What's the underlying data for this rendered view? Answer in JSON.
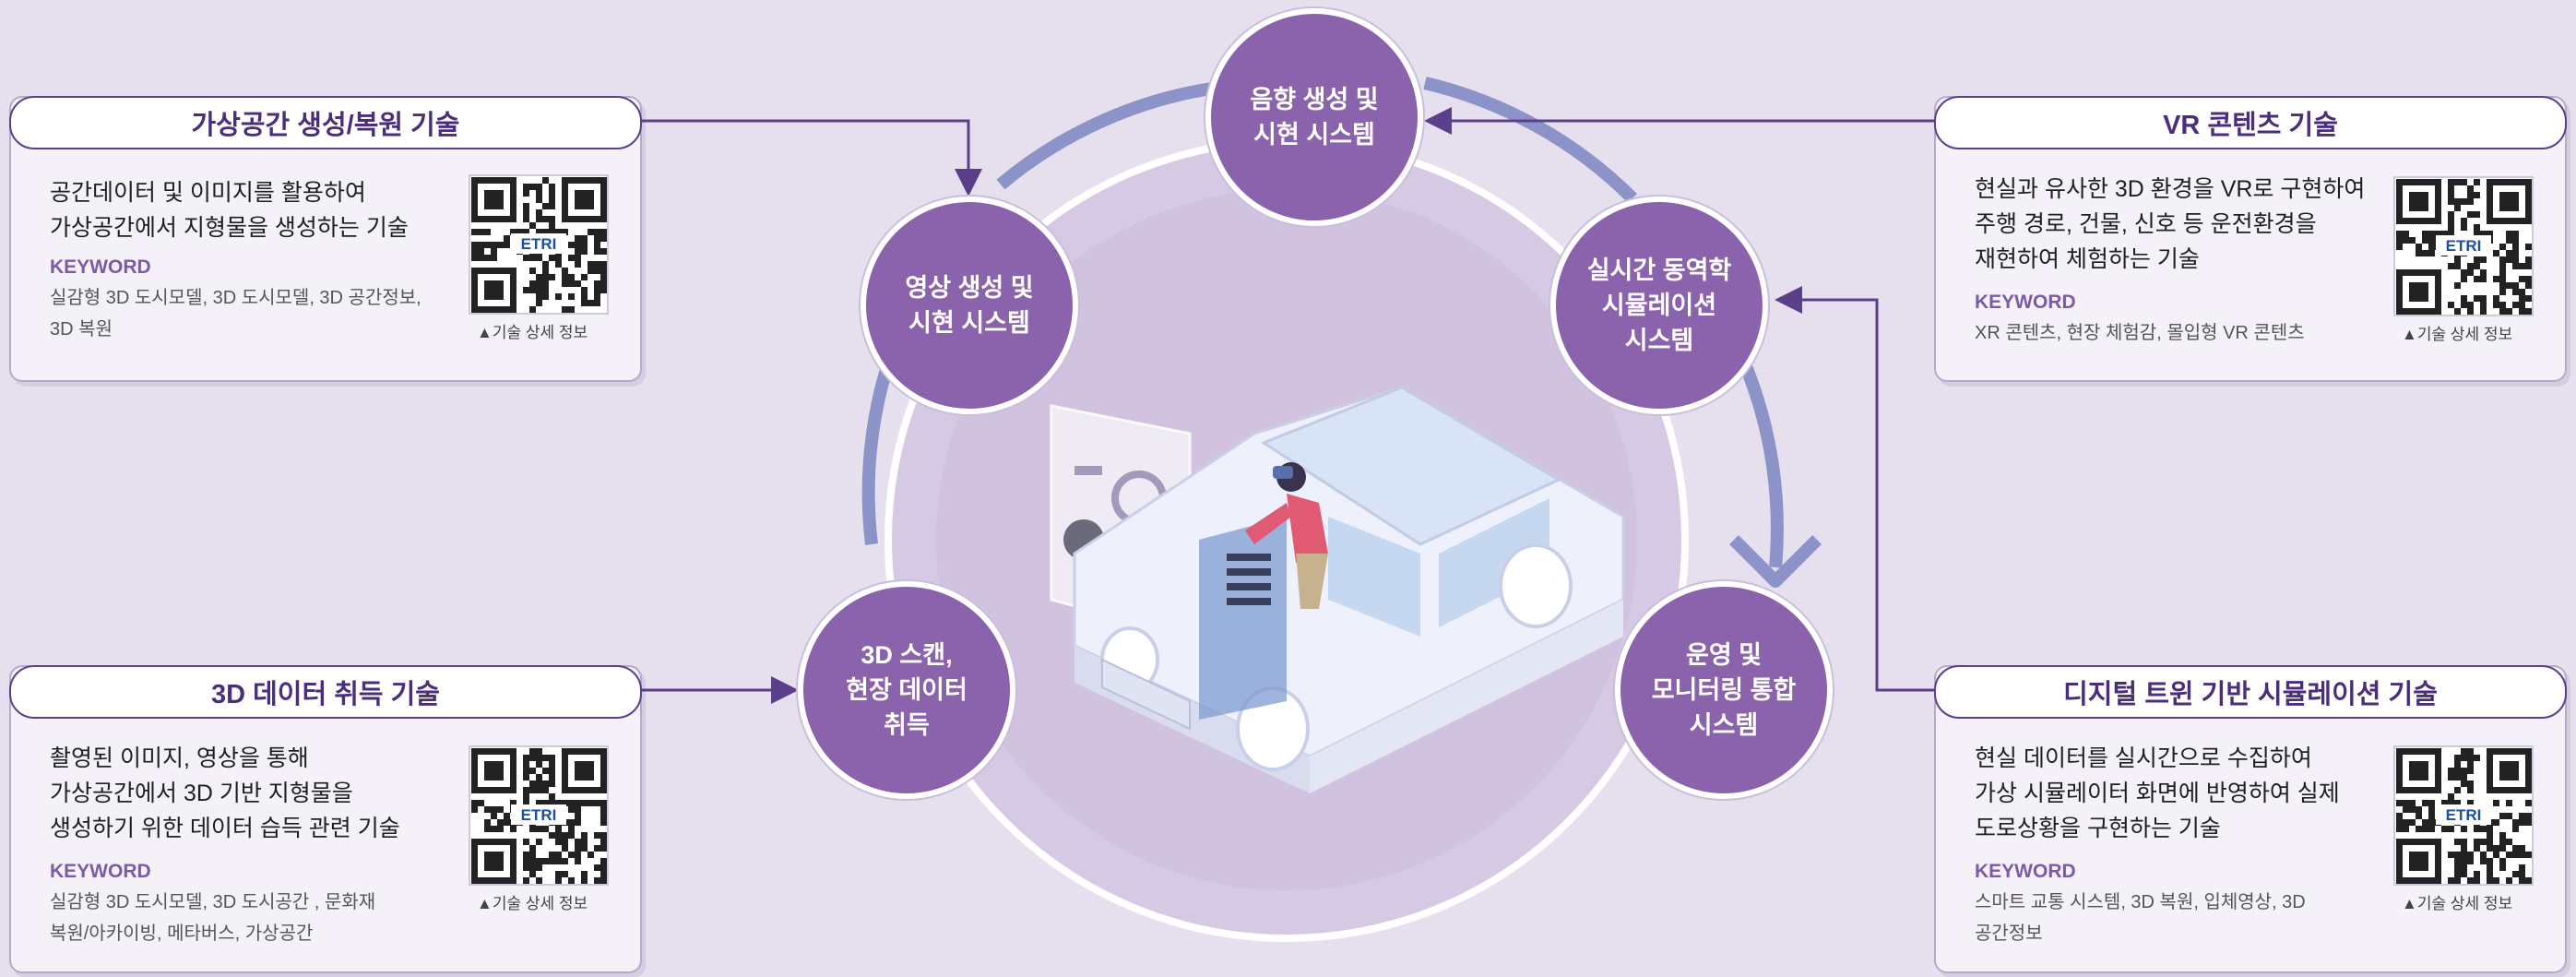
{
  "cards": {
    "virtual_space": {
      "title": "가상공간 생성/복원 기술",
      "desc": [
        "공간데이터 및 이미지를 활용하여",
        "가상공간에서 지형물을 생성하는 기술"
      ],
      "keyword_label": "KEYWORD",
      "keywords": [
        "실감형 3D 도시모델, 3D 도시모델, 3D 공간정보,",
        "3D 복원"
      ],
      "qr_caption": "▲기술 상세 정보",
      "qr_logo": "ETRI"
    },
    "data_acquisition": {
      "title": "3D 데이터 취득 기술",
      "desc": [
        "촬영된 이미지, 영상을 통해",
        "가상공간에서 3D 기반 지형물을",
        "생성하기 위한 데이터 습득 관련 기술"
      ],
      "keyword_label": "KEYWORD",
      "keywords": [
        "실감형 3D 도시모델, 3D 도시공간 , 문화재",
        "복원/아카이빙, 메타버스, 가상공간"
      ],
      "qr_caption": "▲기술 상세 정보",
      "qr_logo": "ETRI"
    },
    "vr_contents": {
      "title": "VR 콘텐츠 기술",
      "desc": [
        "현실과 유사한 3D 환경을 VR로 구현하여",
        "주행 경로, 건물, 신호 등 운전환경을",
        "재현하여 체험하는 기술"
      ],
      "keyword_label": "KEYWORD",
      "keywords": [
        "XR 콘텐츠, 현장 체험감, 몰입형 VR 콘텐츠"
      ],
      "qr_caption": "▲기술 상세 정보",
      "qr_logo": "ETRI"
    },
    "digital_twin": {
      "title": "디지털 트윈 기반 시뮬레이션 기술",
      "desc": [
        "현실 데이터를 실시간으로 수집하여",
        "가상 시뮬레이터 화면에 반영하여 실제",
        "도로상황을 구현하는 기술"
      ],
      "keyword_label": "KEYWORD",
      "keywords": [
        "스마트 교통 시스템, 3D 복원, 입체영상, 3D",
        "공간정보"
      ],
      "qr_caption": "▲기술 상세 정보",
      "qr_logo": "ETRI"
    }
  },
  "nodes": {
    "sound": [
      "음향 생성 및",
      "시현 시스템"
    ],
    "video": [
      "영상 생성 및",
      "시현 시스템"
    ],
    "dynamics": [
      "실시간 동역학",
      "시뮬레이션",
      "시스템"
    ],
    "scan": [
      "3D 스캔,",
      "현장 데이터",
      "취득"
    ],
    "monitoring": [
      "운영 및",
      "모니터링 통합",
      "시스템"
    ]
  },
  "colors": {
    "background": "#e6e0ee",
    "node_fill": "#8a63ac",
    "title_text": "#4a2e7d",
    "connector": "#5b3f8a",
    "ring_arrow": "#8c93c9",
    "keyword": "#7b5aa6"
  },
  "icons": {
    "qr": "qr-code-icon",
    "car": "car-illustration",
    "arrow": "connector-arrow-icon"
  }
}
